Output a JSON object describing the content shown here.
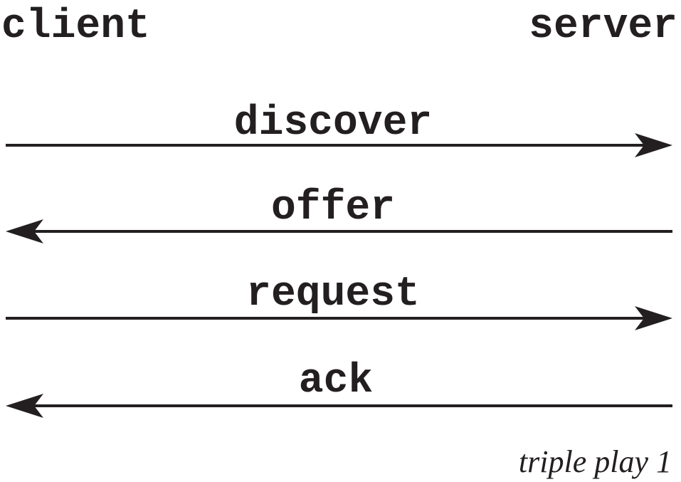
{
  "diagram": {
    "left_party": "client",
    "right_party": "server",
    "messages": [
      {
        "label": "discover",
        "direction": "client-to-server"
      },
      {
        "label": "offer",
        "direction": "server-to-client"
      },
      {
        "label": "request",
        "direction": "client-to-server"
      },
      {
        "label": "ack",
        "direction": "server-to-client"
      }
    ],
    "caption": "triple play 1",
    "colors": {
      "ink": "#231f20",
      "background": "#ffffff"
    }
  }
}
